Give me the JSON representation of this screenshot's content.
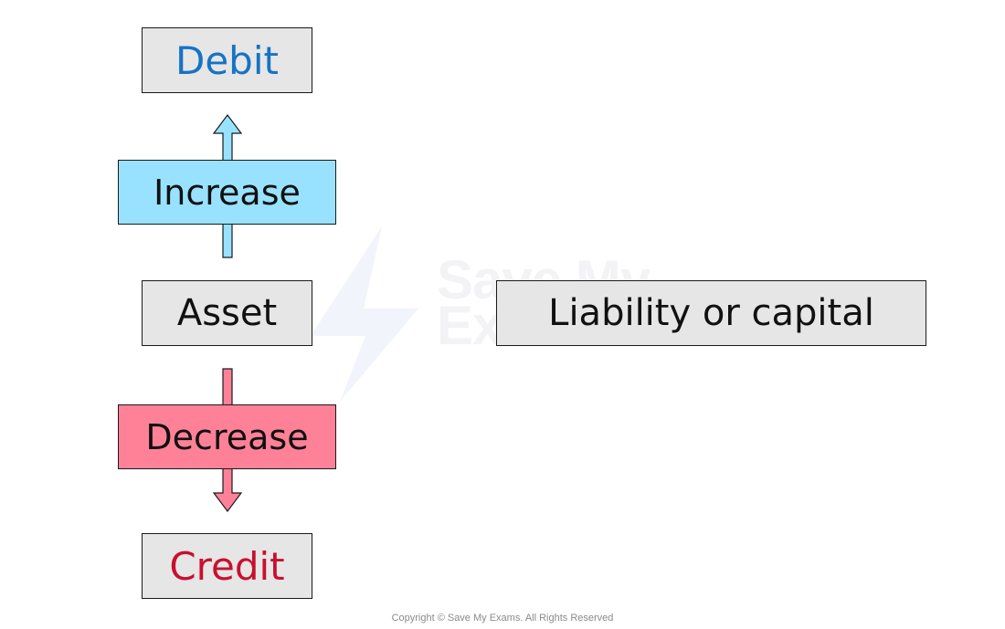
{
  "boxes": {
    "debit": "Debit",
    "increase": "Increase",
    "asset": "Asset",
    "liability_or_capital": "Liability or capital",
    "decrease": "Decrease",
    "credit": "Credit"
  },
  "watermark": {
    "line1": "Save My",
    "line2": "Exams"
  },
  "footer": {
    "copyright": "Copyright © Save My Exams. All Rights Reserved"
  },
  "colors": {
    "debit_text": "#1673c4",
    "credit_text": "#c8102e",
    "increase_fill": "#99e2ff",
    "decrease_fill": "#ff8197",
    "box_fill": "#e6e6e6",
    "outline": "#1a1a1a"
  }
}
